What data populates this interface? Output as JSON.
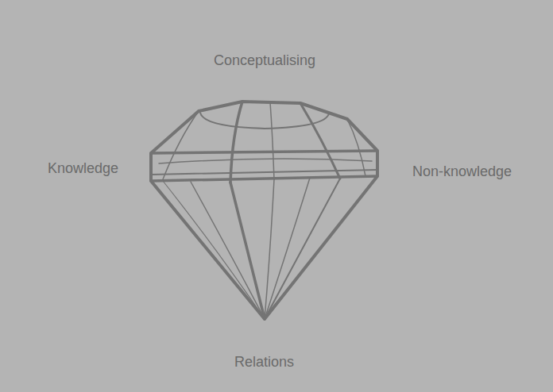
{
  "diagram": {
    "labels": [
      "Conceptualising",
      "Knowledge",
      "Non-knowledge",
      "Relations"
    ]
  }
}
